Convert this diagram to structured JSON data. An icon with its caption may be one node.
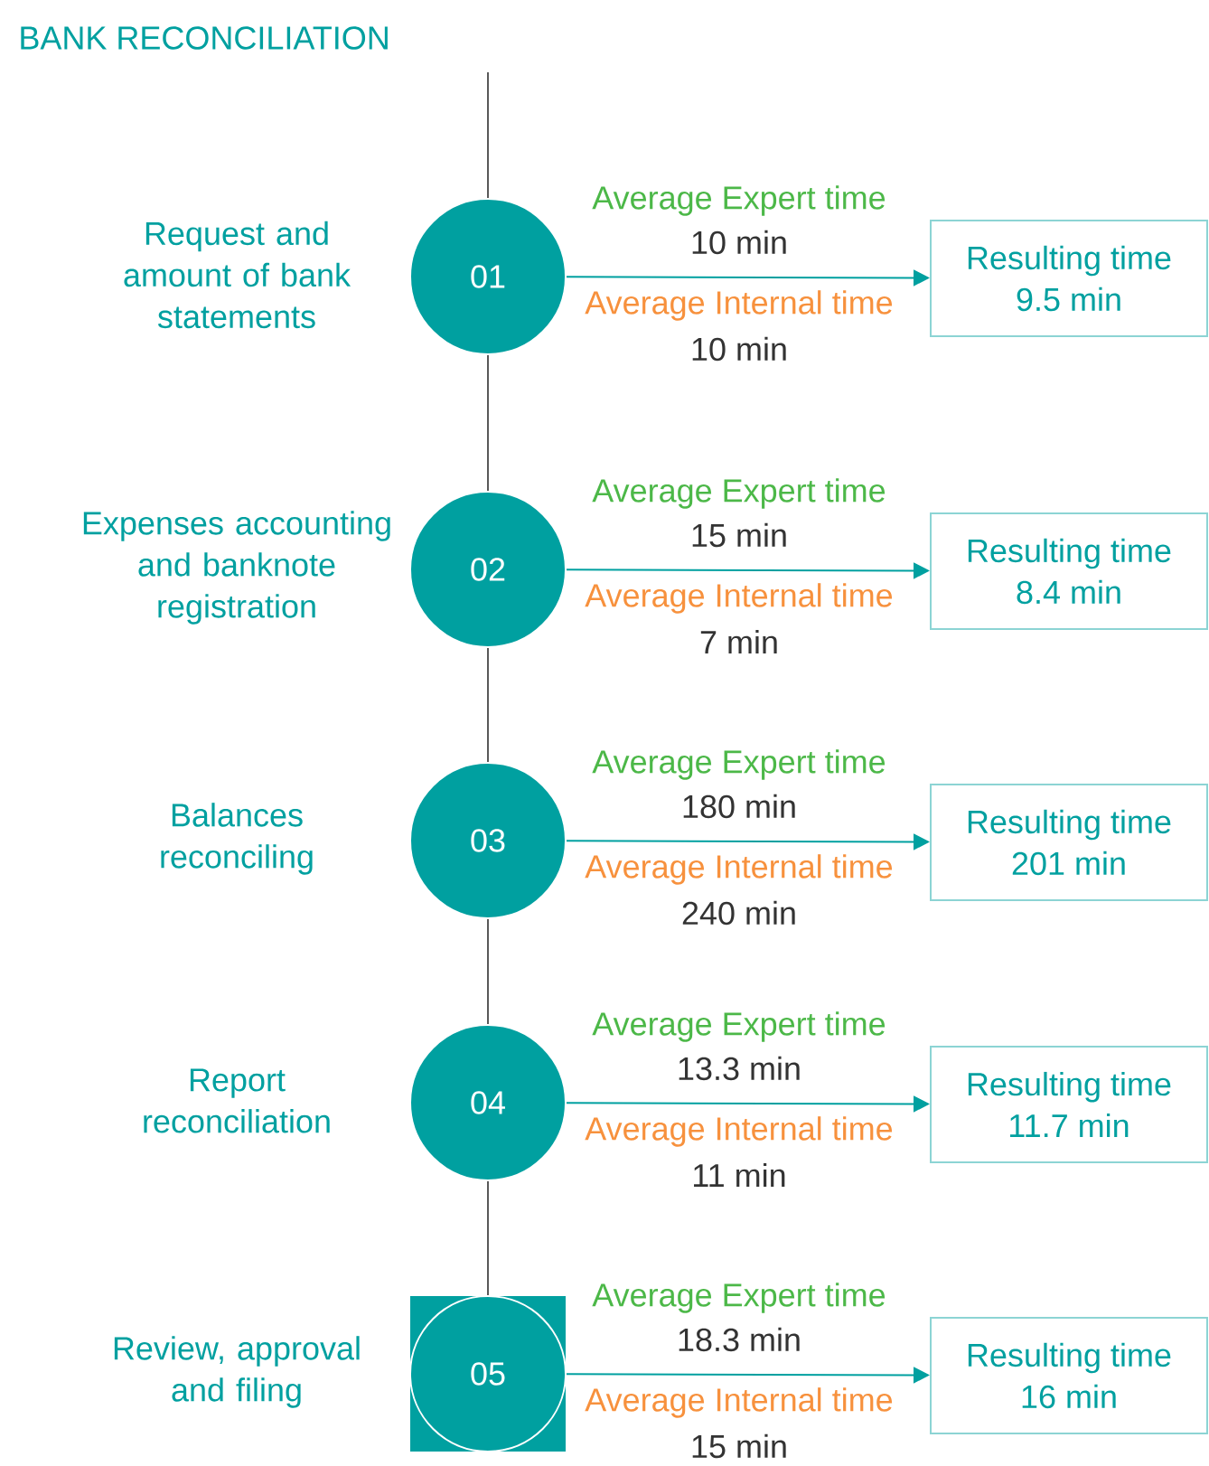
{
  "diagram": {
    "title": "BANK RECONCILIATION",
    "nodes": [
      {
        "text": [
          "01"
        ]
      },
      {
        "text": [
          "Resulting time",
          "9.5 min"
        ]
      },
      {
        "text": [
          "02"
        ]
      },
      {
        "text": [
          "Resulting time",
          "8.4 min"
        ]
      },
      {
        "text": [
          "03"
        ]
      },
      {
        "text": [
          "Resulting time",
          "201 min"
        ]
      },
      {
        "text": [
          "04"
        ]
      },
      {
        "text": [
          "Resulting time",
          "11.7 min"
        ]
      },
      {
        "text": [
          "05"
        ]
      },
      {
        "text": [
          "Resulting time",
          "16 min"
        ]
      }
    ],
    "edges": [
      {
        "from": null,
        "to": 0,
        "arrow": "none"
      },
      {
        "from": 0,
        "to": 2,
        "arrow": "none"
      },
      {
        "from": 2,
        "to": 4,
        "arrow": "none"
      },
      {
        "from": 4,
        "to": 6,
        "arrow": "none"
      },
      {
        "from": 6,
        "to": 8,
        "arrow": "none"
      },
      {
        "from": 0,
        "to": 1,
        "arrow": "to"
      },
      {
        "from": 2,
        "to": 3,
        "arrow": "to"
      },
      {
        "from": 4,
        "to": 5,
        "arrow": "to"
      },
      {
        "from": 6,
        "to": 7,
        "arrow": "to"
      },
      {
        "from": 8,
        "to": 9,
        "arrow": "to"
      }
    ],
    "labels": [
      "Request and amount of bank statements",
      "Average Expert time",
      "10 min",
      "Average Internal time",
      "10 min",
      "Expenses accounting and banknote registration",
      "Average Expert time",
      "15 min",
      "Average Internal time",
      "7 min",
      "Balances reconciling",
      "Average Expert time",
      "180 min",
      "Average Internal time",
      "240 min",
      "Report reconciliation",
      "Average Expert time",
      "13.3 min",
      "Average Internal time",
      "11 min",
      "Review, approval and filing",
      "Average Expert time",
      "18.3 min",
      "Average Internal time",
      "15 min"
    ]
  }
}
